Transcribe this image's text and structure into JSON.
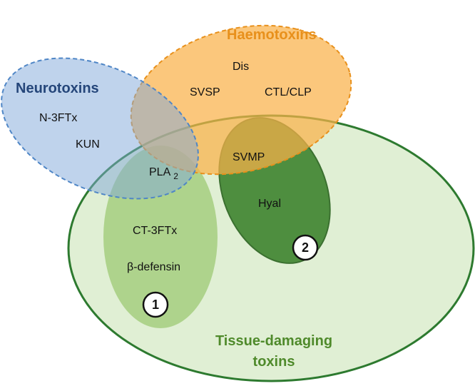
{
  "groups": {
    "neurotoxins": {
      "title": "Neurotoxins",
      "fill": "#b7cfe9",
      "stroke": "#4f86c6",
      "text_color": "#25467a"
    },
    "haemotoxins": {
      "title": "Haemotoxins",
      "fill": "#f9c272",
      "stroke": "#e8901b",
      "text_color": "#e8901b"
    },
    "tissue_damaging": {
      "title_line1": "Tissue-damaging",
      "title_line2": "toxins",
      "fill": "#e0efd4",
      "stroke": "#2d7a2f",
      "text_color": "#4f8a2b"
    },
    "cluster_1": {
      "fill": "#aed38c",
      "badge": "1"
    },
    "cluster_2": {
      "fill": "#4e8e3f",
      "stroke": "#3b7030",
      "badge": "2"
    }
  },
  "toxins": {
    "n3ftx": "N-3FTx",
    "kun": "KUN",
    "dis": "Dis",
    "svsp": "SVSP",
    "ctl_clp": "CTL/CLP",
    "pla2_base": "PLA",
    "pla2_sub": "2",
    "svmp": "SVMP",
    "hyal": "Hyal",
    "ct3ftx": "CT-3FTx",
    "beta_defensin": "β-defensin"
  }
}
